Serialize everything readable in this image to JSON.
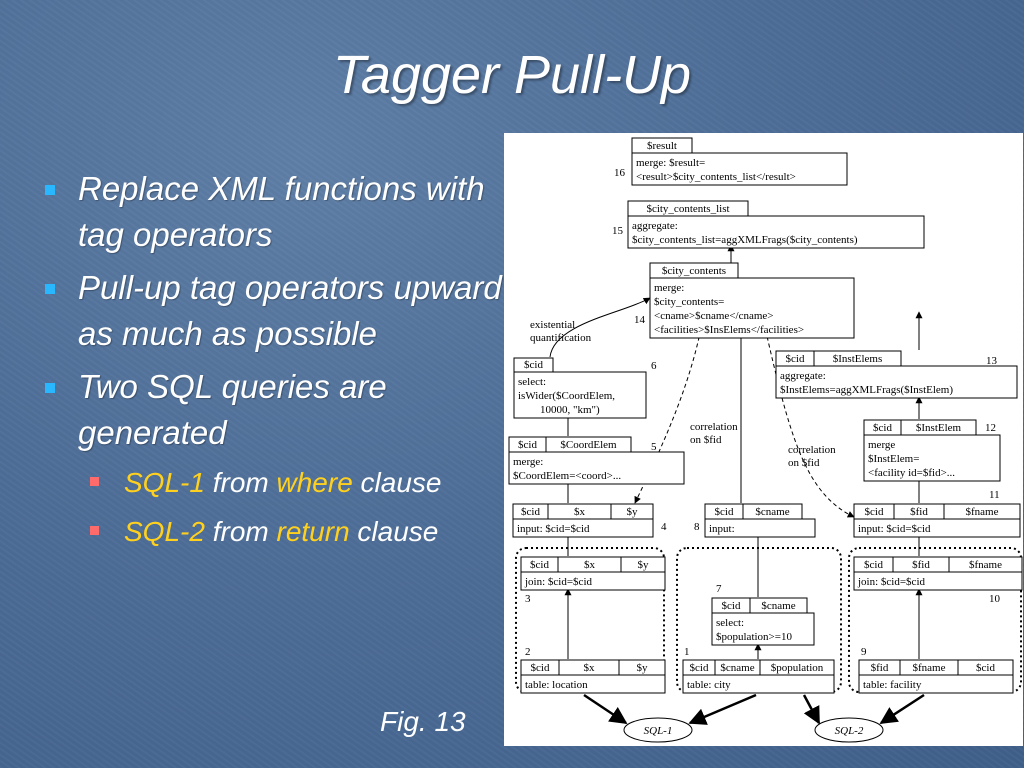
{
  "slide": {
    "title": "Tagger Pull-Up",
    "bullets": [
      {
        "text": "Replace XML functions with tag operators"
      },
      {
        "text": "Pull-up tag operators upward as much as possible"
      },
      {
        "text": "Two SQL queries are generated"
      }
    ],
    "sub_bullets": [
      {
        "part1": "SQL-1",
        "part2": " from ",
        "part3": "where",
        "part4": " clause"
      },
      {
        "part1": "SQL-2",
        "part2": " from ",
        "part3": "return",
        "part4": " clause"
      }
    ],
    "caption": "Fig. 13"
  },
  "colors": {
    "bullet": "#29b8ff",
    "sub_bullet": "#ff6b6b",
    "highlight": "#ffd11e"
  },
  "diagram": {
    "nodes": [
      {
        "id": "n16",
        "header_cells": [
          "$result"
        ],
        "body_lines": [
          "merge: $result=",
          "<result>$city_contents_list</result>"
        ],
        "number": "16"
      },
      {
        "id": "n15",
        "header_cells": [
          "$city_contents_list"
        ],
        "body_lines": [
          "aggregate:",
          "$city_contents_list=aggXMLFrags($city_contents)"
        ],
        "number": "15"
      },
      {
        "id": "n14",
        "header_cells": [
          "$city_contents"
        ],
        "body_lines": [
          "merge:",
          "$city_contents=",
          "<cname>$cname</cname>",
          "<facilities>$InsElems</facilities>"
        ],
        "number": "14"
      },
      {
        "id": "n6",
        "header_cells": [
          "$cid"
        ],
        "body_lines": [
          "select:",
          "isWider($CoordElem,",
          "10000, \"km\")"
        ],
        "number": "6"
      },
      {
        "id": "n13",
        "header_cells": [
          "$cid",
          "$InstElems"
        ],
        "body_lines": [
          "aggregate:",
          "$InstElems=aggXMLFrags($InstElem)"
        ],
        "number": "13"
      },
      {
        "id": "n5",
        "header_cells": [
          "$cid",
          "$CoordElem"
        ],
        "body_lines": [
          "merge:",
          "$CoordElem=<coord>..."
        ],
        "number": "5"
      },
      {
        "id": "n12",
        "header_cells": [
          "$cid",
          "$InstElem"
        ],
        "body_lines": [
          "merge",
          "$InstElem=",
          "<facility id=$fid>..."
        ],
        "number": "12"
      },
      {
        "id": "n4",
        "header_cells": [
          "$cid",
          "$x",
          "$y"
        ],
        "body_lines": [
          "input: $cid=$cid"
        ],
        "number": "4"
      },
      {
        "id": "n8",
        "header_cells": [
          "$cid",
          "$cname"
        ],
        "body_lines": [
          "input:"
        ],
        "number": "8"
      },
      {
        "id": "n11",
        "header_cells": [
          "$cid",
          "$fid",
          "$fname"
        ],
        "body_lines": [
          "input: $cid=$cid"
        ],
        "number": "11"
      },
      {
        "id": "n3",
        "header_cells": [
          "$cid",
          "$x",
          "$y"
        ],
        "body_lines": [
          "join: $cid=$cid"
        ],
        "number": "3"
      },
      {
        "id": "n7",
        "header_cells": [
          "$cid",
          "$cname"
        ],
        "body_lines": [
          "select:",
          "$population>=10"
        ],
        "number": "7"
      },
      {
        "id": "n10",
        "header_cells": [
          "$cid",
          "$fid",
          "$fname"
        ],
        "body_lines": [
          "join: $cid=$cid"
        ],
        "number": "10"
      },
      {
        "id": "n2",
        "header_cells": [
          "$cid",
          "$x",
          "$y"
        ],
        "body_lines": [
          "table: location"
        ],
        "number": "2"
      },
      {
        "id": "n1",
        "header_cells": [
          "$cid",
          "$cname",
          "$population"
        ],
        "body_lines": [
          "table: city"
        ],
        "number": "1"
      },
      {
        "id": "n9",
        "header_cells": [
          "$fid",
          "$fname",
          "$cid"
        ],
        "body_lines": [
          "table: facility"
        ],
        "number": "9"
      }
    ],
    "annotations": [
      {
        "id": "existential",
        "lines": [
          "existential",
          "quantification"
        ]
      },
      {
        "id": "corr1",
        "lines": [
          "correlation",
          "on $fid"
        ]
      },
      {
        "id": "corr2",
        "lines": [
          "correlation",
          "on $fid"
        ]
      }
    ],
    "sql_labels": [
      "SQL-1",
      "SQL-2"
    ]
  }
}
